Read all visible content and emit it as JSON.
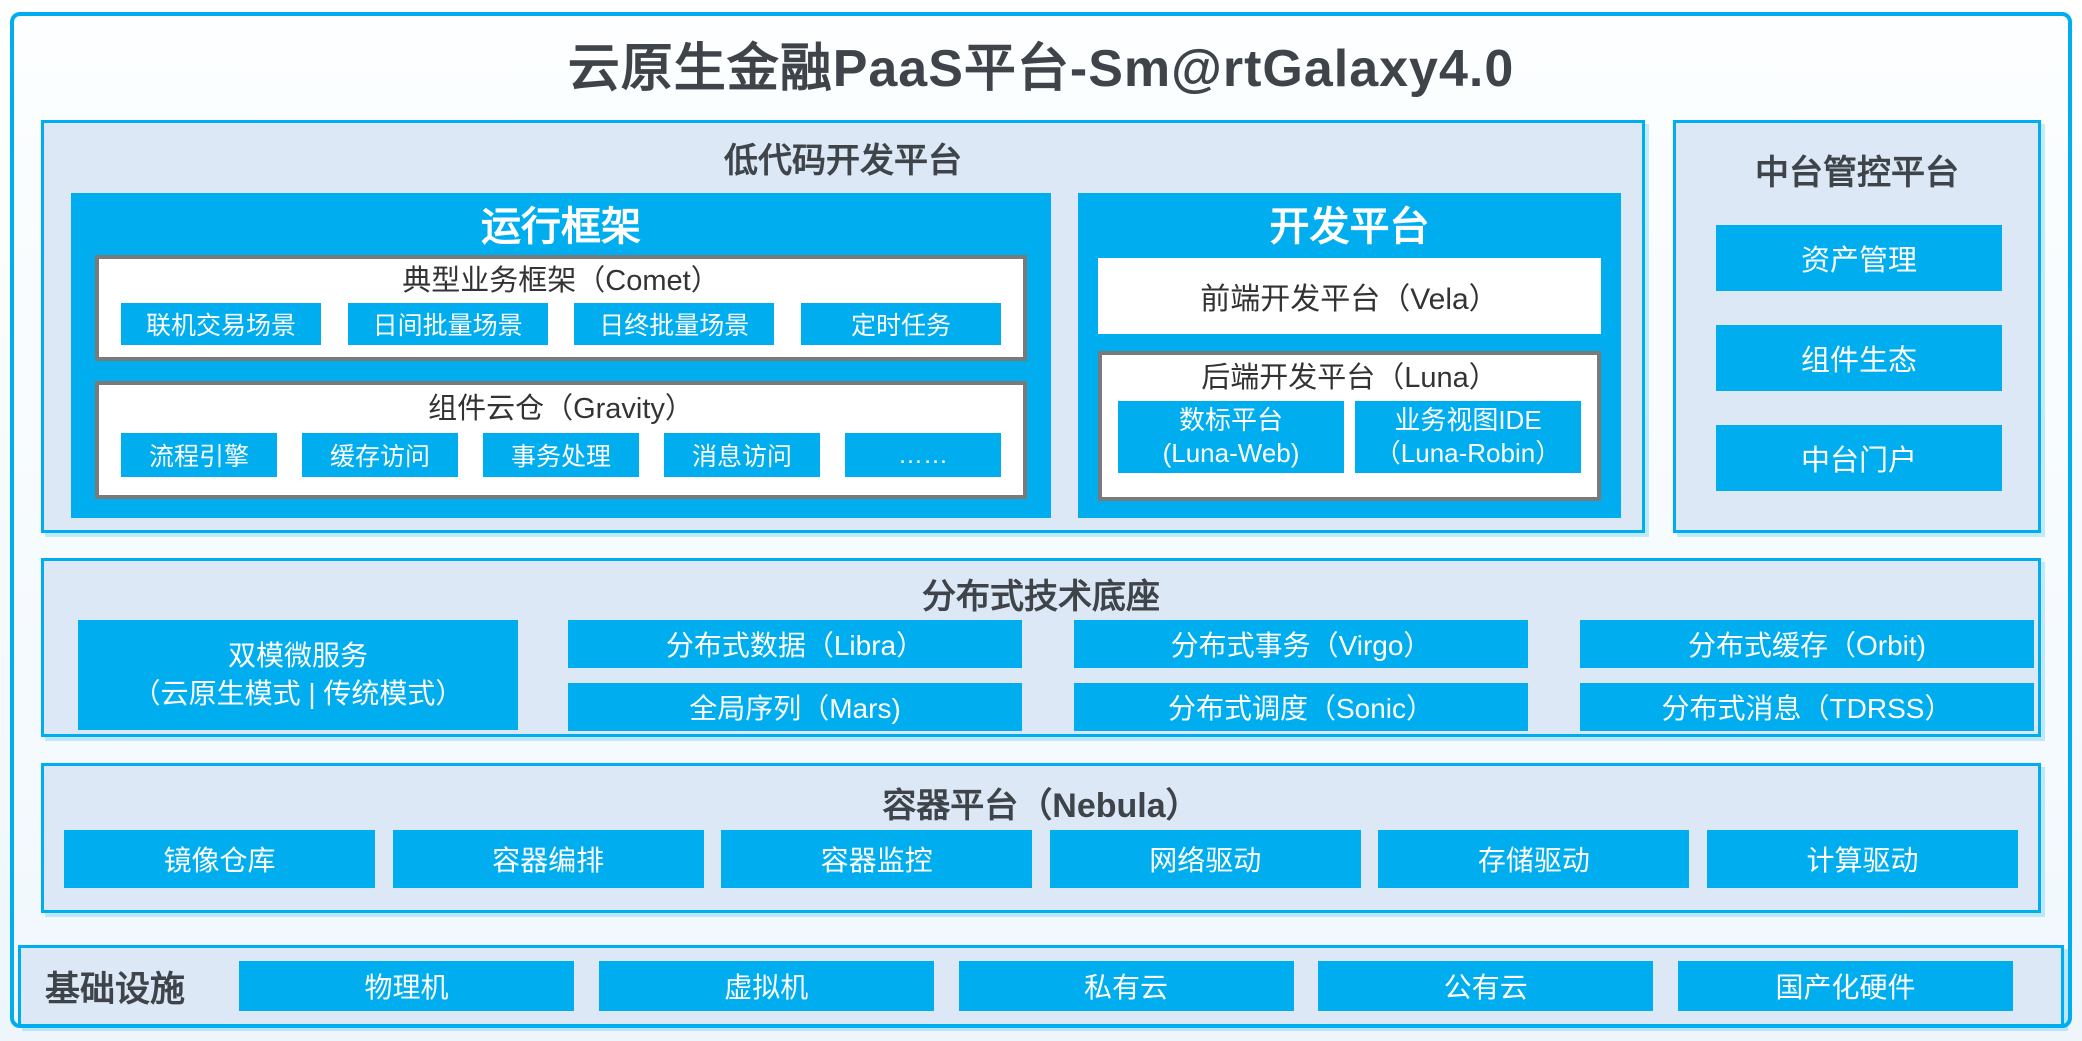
{
  "page_title": "云原生金融PaaS平台-Sm@rtGalaxy4.0",
  "colors": {
    "accent_blue": "#00AEEF",
    "panel_bg": "#DCE8F5",
    "dark_text": "#3E4449",
    "gray_border": "#7A7A7A",
    "white": "#FFFFFF"
  },
  "low_code": {
    "label": "低代码开发平台",
    "runtime_framework": {
      "title": "运行框架",
      "comet": {
        "title": "典型业务框架（Comet）",
        "items": [
          "联机交易场景",
          "日间批量场景",
          "日终批量场景",
          "定时任务"
        ]
      },
      "gravity": {
        "title": "组件云仓（Gravity）",
        "items": [
          "流程引擎",
          "缓存访问",
          "事务处理",
          "消息访问",
          "……"
        ]
      }
    },
    "dev_platform": {
      "title": "开发平台",
      "vela": "前端开发平台（Vela）",
      "luna": {
        "title": "后端开发平台（Luna）",
        "items": [
          {
            "line1": "数标平台",
            "line2": "(Luna-Web)"
          },
          {
            "line1": "业务视图IDE",
            "line2": "（Luna-Robin）"
          }
        ]
      }
    }
  },
  "mid_platform": {
    "label": "中台管控平台",
    "items": [
      "资产管理",
      "组件生态",
      "中台门户"
    ]
  },
  "distributed_base": {
    "label": "分布式技术底座",
    "dual_mode": {
      "line1": "双模微服务",
      "line2": "（云原生模式 | 传统模式）"
    },
    "row1": [
      "分布式数据（Libra）",
      "分布式事务（Virgo）",
      "分布式缓存（Orbit)"
    ],
    "row2": [
      "全局序列（Mars)",
      "分布式调度（Sonic）",
      "分布式消息（TDRSS）"
    ]
  },
  "container_platform": {
    "label": "容器平台（Nebula）",
    "items": [
      "镜像仓库",
      "容器编排",
      "容器监控",
      "网络驱动",
      "存储驱动",
      "计算驱动"
    ]
  },
  "infrastructure": {
    "label": "基础设施",
    "items": [
      "物理机",
      "虚拟机",
      "私有云",
      "公有云",
      "国产化硬件"
    ]
  }
}
